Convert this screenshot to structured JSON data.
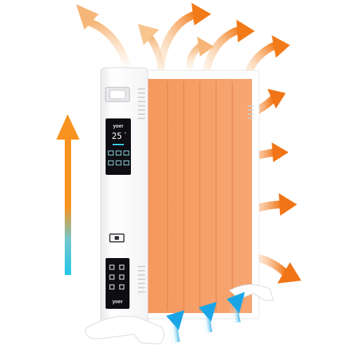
{
  "product": {
    "brand_top": "yoer",
    "brand_bottom": "yoer",
    "temperature": "25",
    "temperature_unit": "°",
    "colors": {
      "panel_orange": "#f6a067",
      "panel_orange_dark": "#ee8a4a",
      "body_white": "#ffffff",
      "display_black": "#0d0d12",
      "warm_arrow": "#f27a18",
      "warm_arrow_light": "#f9c990",
      "cool_arrow": "#2eb6e8"
    }
  }
}
